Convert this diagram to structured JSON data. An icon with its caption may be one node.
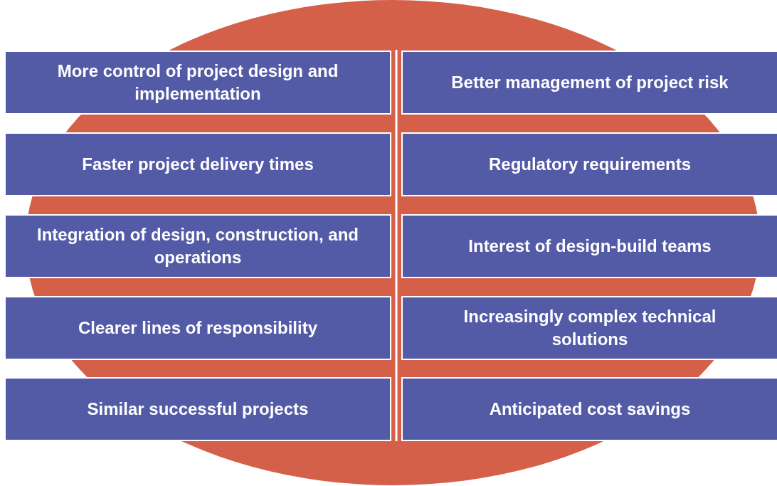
{
  "diagram": {
    "nodes": [
      {
        "text": [
          "More control of project design and implementation"
        ]
      },
      {
        "text": [
          "Better management of project risk"
        ]
      },
      {
        "text": [
          "Faster project delivery times"
        ]
      },
      {
        "text": [
          "Regulatory requirements"
        ]
      },
      {
        "text": [
          "Integration of design, construction, and operations"
        ]
      },
      {
        "text": [
          "Interest of design-build teams"
        ]
      },
      {
        "text": [
          "Clearer lines of responsibility"
        ]
      },
      {
        "text": [
          "Increasingly complex technical solutions"
        ]
      },
      {
        "text": [
          "Similar successful projects"
        ]
      },
      {
        "text": [
          "Anticipated cost savings"
        ]
      }
    ]
  }
}
